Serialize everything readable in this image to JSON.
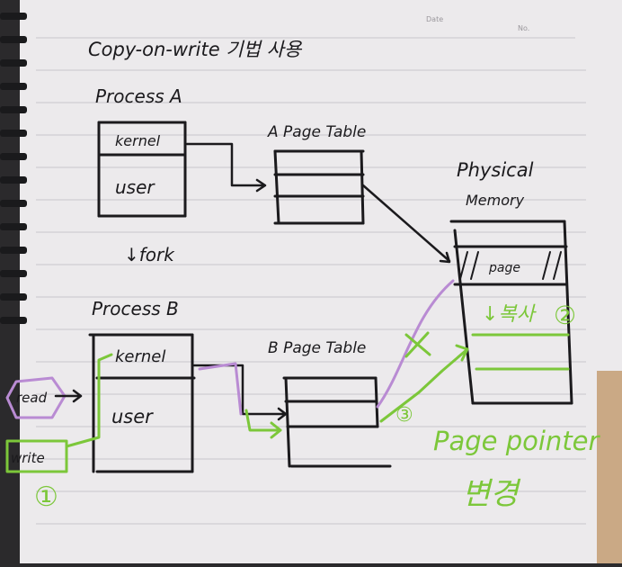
{
  "header": {
    "date_label": "Date",
    "no_label": "No."
  },
  "title": "Copy-on-write 기법 사용",
  "process_a": {
    "label": "Process A",
    "kernel": "kernel",
    "user": "user"
  },
  "process_b": {
    "label": "Process B",
    "kernel": "kernel",
    "user": "user"
  },
  "fork_label": "↓fork",
  "a_page_table": "A Page Table",
  "b_page_table": "B Page Table",
  "physical_memory": {
    "line1": "Physical",
    "line2": "Memory",
    "page_label": "page",
    "copy_label": "↓복사",
    "copy_step": "②"
  },
  "read_label": "read",
  "write_label": "write",
  "write_step": "①",
  "remap_step": "③",
  "page_pointer": {
    "line1": "Page pointer",
    "line2": "변경"
  },
  "colors": {
    "ink": "#1b1a1d",
    "green": "#7cc73a",
    "purple": "#b98bd3",
    "paper": "#eceaec"
  }
}
